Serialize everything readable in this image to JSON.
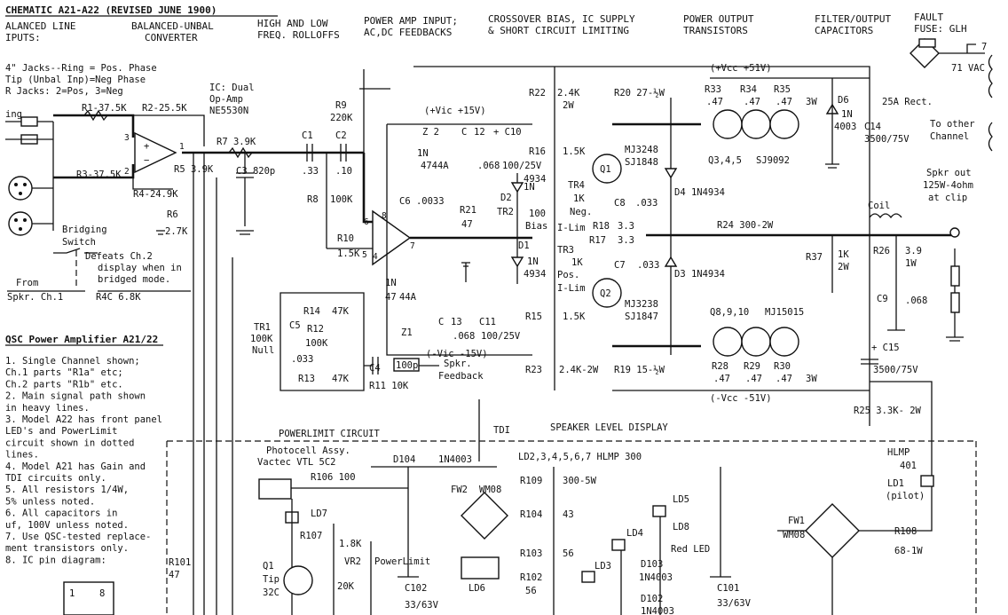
{
  "title": "CHEMATIC A21-A22 (REVISED JUNE 1900)",
  "sections": [
    "ALANCED LINE",
    "IPUTS:",
    "BALANCED-UNBAL",
    "CONVERTER",
    "HIGH AND LOW",
    "FREQ. ROLLOFFS",
    "POWER AMP INPUT;",
    "AC,DC FEEDBACKS",
    "CROSSOVER BIAS, IC SUPPLY",
    "& SHORT CIRCUIT LIMITING",
    "POWER OUTPUT",
    "TRANSISTORS",
    "FILTER/OUTPUT",
    "CAPACITORS",
    "FAULT",
    "FUSE: GLH"
  ],
  "input_notes": [
    "4\" Jacks--Ring = Pos. Phase",
    "Tip (Unbal Inp)=Neg Phase",
    "R Jacks: 2=Pos, 3=Neg",
    "ing"
  ],
  "ic_label": [
    "IC: Dual",
    "Op-Amp",
    "NE5530N"
  ],
  "supply_labels": {
    "vcc_pos": "(+Vcc +51V)",
    "vcc_neg": "(-Vcc -51V)",
    "vic_pos": "(+Vic +15V)",
    "vic_neg": "(-Vic  -15V)",
    "mains": "71 VAC",
    "rect": "25A Rect.",
    "other_channel": [
      "To other",
      "Channel"
    ],
    "spkr_out": [
      "Spkr out",
      "125W-4ohm",
      "at clip"
    ],
    "pin7": "7"
  },
  "components": {
    "r1": "R1-37.5K",
    "r2": "R2-25.5K",
    "r3": "R3-37.5K",
    "r4": "R4-24.9K",
    "r5": "R5 3.9K",
    "r6": "R6",
    "r6v": "2.7K",
    "r7": "R7 3.9K",
    "c3": "C3 820p",
    "c1": "C1",
    "c1v": ".33",
    "c2": "C2",
    "c2v": ".10",
    "r8": "R8",
    "r8v": "100K",
    "r9": "R9",
    "r9v": "220K",
    "r10": "R10",
    "r10v": "1.5K",
    "pin1": "1",
    "pin2": "2",
    "pin3": "3",
    "pin5": "5",
    "pin6": "6",
    "pin7b": "7",
    "pin8": "8",
    "pin4": "4",
    "z2": "Z 2",
    "z2v": "1N",
    "z2v2": "4744A",
    "c12": "C",
    "c12v": "12",
    "c12v2": ".068",
    "c10": "+ C10",
    "c10v": "100/25V",
    "c6": "C6 .0033",
    "r21": "R21",
    "r21v": "47",
    "d2": "D2",
    "d2v": "1N",
    "d2v2": "4934",
    "tr2": "TR2",
    "tr2v": "100",
    "tr2v2": "Bias",
    "d1": "D1",
    "d1v": "1N",
    "d1v2": "4934",
    "r16": "R16",
    "r16v": "1.5K",
    "r15": "R15",
    "r15v": "1.5K",
    "r22": "R22",
    "r22v": "2.4K",
    "r22v2": "2W",
    "r23": "R23",
    "r23v": "2.4K-2W",
    "r20": "R20 27-½W",
    "r19": "R19 15-½W",
    "q1": "Q1",
    "q1t": "MJ3248",
    "q1t2": "SJ1848",
    "q2": "Q2",
    "q2t": "MJ3238",
    "q2t2": "SJ1847",
    "tr4": "TR4",
    "tr4v": "1K",
    "tr4v2": "Neg.",
    "tr4v3": "I-Lim",
    "tr3": "TR3",
    "tr3v": "1K",
    "tr3v2": "Pos.",
    "tr3v3": "I-Lim",
    "c8": "C8",
    "c8v": ".033",
    "c7": "C7",
    "c7v": ".033",
    "r18": "R18",
    "r18v": "3.3",
    "r17": "R17",
    "r17v": "3.3",
    "d4": "D4 1N4934",
    "d3": "D3 1N4934",
    "r24": "R24 300-2W",
    "r33": "R33",
    "r33v": ".47",
    "r34": "R34",
    "r34v": ".47",
    "r35": "R35",
    "r35v": ".47",
    "r35w": "3W",
    "q345": "Q3,4,5",
    "q345t": "SJ9092",
    "q8910": "Q8,9,10",
    "q8910t": "MJ15015",
    "r28": "R28",
    "r28v": ".47",
    "r29": "R29",
    "r29v": ".47",
    "r30": "R30",
    "r30v": ".47",
    "r30w": "3W",
    "d6": "D6",
    "d6v": "1N",
    "d6v2": "4003",
    "c14": "C14",
    "c14v": "3500/75V",
    "c15": "+ C15",
    "c15v": "3500/75V",
    "coil": "Coil",
    "r26": "R26",
    "r26v": "3.9",
    "r26v2": "1W",
    "c9": "C9",
    "c9v": ".068",
    "r37": "R37",
    "r37v": "1K",
    "r37v2": "2W",
    "r25": "R25  3.3K- 2W",
    "z1": "Z1",
    "z1v": "1N",
    "z1v2": "47",
    "z1v3": "44A",
    "c13": "C",
    "c13v": "13",
    "c13v2": ".068",
    "c11": "C11",
    "c11v": "100/25V",
    "tr1": "TR1",
    "tr1v": "100K",
    "tr1v2": "Null",
    "c5": "C5",
    "c5v": ".033",
    "r14": "R14",
    "r14v": "47K",
    "r12": "R12",
    "r12v": "100K",
    "r13": "R13",
    "r13v": "47K",
    "c4": "C4",
    "c4v": "100p",
    "r11": "R11 10K",
    "spkr_fb": [
      "Spkr.",
      "Feedback"
    ],
    "bridging": [
      "Bridging",
      "Switch"
    ],
    "defeats": [
      "Defeats Ch.2",
      "display when in",
      "bridged mode."
    ],
    "from": [
      "From",
      "Spkr. Ch.1"
    ],
    "r4c": "R4C 6.8K"
  },
  "lower": {
    "powerlimit_title": "POWERLIMIT CIRCUIT",
    "tdi": "TDI",
    "speaker_display": "SPEAKER LEVEL DISPLAY",
    "photocell": [
      "Photocell Assy.",
      "Vactec VTL 5C2"
    ],
    "r106": "R106 100",
    "d104": "D104",
    "n4003": "1N4003",
    "ld27": "LD2,3,4,5,6,7 HLMP 300",
    "fw2": "FW2",
    "wm08": "WM08",
    "r109": "R109",
    "r109v": "300-5W",
    "r104": "R104",
    "r104v": "43",
    "r103": "R103",
    "r103v": "56",
    "r102": "R102",
    "r102v": "56",
    "ld5": "LD5",
    "ld8": "LD8",
    "ld4": "LD4",
    "red_led": "Red LED",
    "ld3": "LD3",
    "d103": "D103",
    "d103v": "1N4003",
    "d102": "D102",
    "d102v": "1N4003",
    "ld6": "LD6",
    "ld7": "LD7",
    "r107": "R107",
    "r107v": "1.8K",
    "vr2": "VR2",
    "power_limit": "PowerLimit",
    "r20k": "20K",
    "q1": "Q1",
    "q1t": "Tip",
    "q1t2": "32C",
    "c102": "C102",
    "c102v": "33/63V",
    "c101": "C101",
    "c101v": "33/63V",
    "r101": "R101",
    "r101v": "47",
    "hlmp": "HLMP",
    "hlmpv": "401",
    "ld1": "LD1",
    "pilot": "(pilot)",
    "fw1": "FW1",
    "fw1v": "WM08",
    "r108": "R108",
    "r108v": "68-1W"
  },
  "notes": {
    "heading": "QSC Power Amplifier A21/22",
    "items": [
      "1. Single Channel shown;",
      "   Ch.1 parts \"R1a\" etc;",
      "   Ch.2 parts \"R1b\" etc.",
      "2. Main signal path shown",
      "   in heavy lines.",
      "3. Model A22 has front panel",
      "   LED's and PowerLimit",
      "   circuit shown in dotted",
      "   lines.",
      "4. Model A21 has Gain and",
      "   TDI circuits only.",
      "5. All resistors 1/4W,",
      "   5% unless noted.",
      "6. All capacitors in",
      "   uf, 100V unless noted.",
      "7. Use QSC-tested replace-",
      "   ment transistors only.",
      "8. IC pin diagram:"
    ],
    "pin_diagram": [
      "1",
      "8"
    ]
  }
}
